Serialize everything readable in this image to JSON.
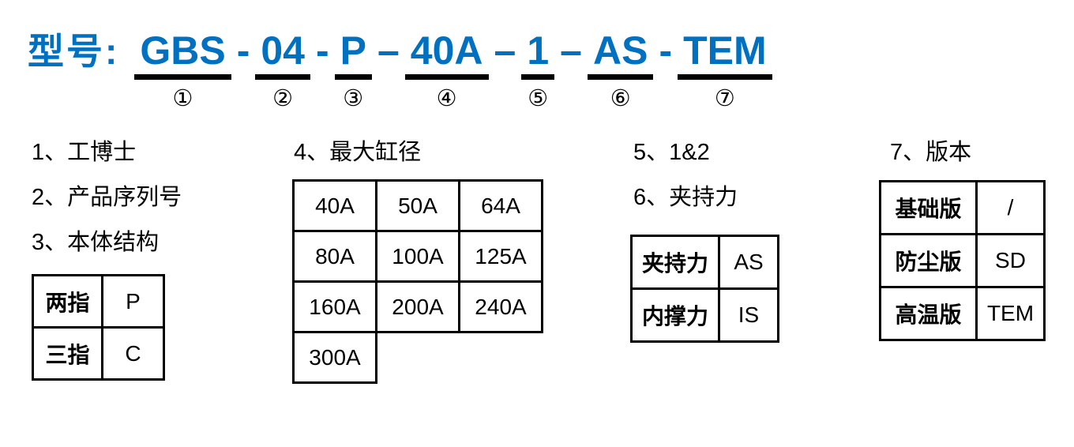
{
  "page": {
    "background_color": "#ffffff",
    "accent_color": "#0070C0"
  },
  "model_line": {
    "label": "型号:",
    "separators": [
      "-",
      "-",
      "–",
      "–",
      "–",
      "-"
    ],
    "parts": [
      {
        "text": "GBS",
        "marker": "①"
      },
      {
        "text": "04",
        "marker": "②"
      },
      {
        "text": "P",
        "marker": "③"
      },
      {
        "text": "40A",
        "marker": "④"
      },
      {
        "text": "1",
        "marker": "⑤"
      },
      {
        "text": "AS",
        "marker": "⑥"
      },
      {
        "text": "TEM",
        "marker": "⑦"
      }
    ]
  },
  "legend_items": [
    "1、工博士",
    "2、产品序列号",
    "3、本体结构"
  ],
  "structure_table": {
    "rows": [
      [
        "两指",
        "P"
      ],
      [
        "三指",
        "C"
      ]
    ]
  },
  "bore_section": {
    "heading": "4、最大缸径",
    "rows": [
      [
        "40A",
        "50A",
        "64A"
      ],
      [
        "80A",
        "100A",
        "125A"
      ],
      [
        "160A",
        "200A",
        "240A"
      ]
    ],
    "last_row": [
      "300A"
    ]
  },
  "right_headings": {
    "item5": "5、1&2",
    "item6": "6、夹持力"
  },
  "force_table": {
    "rows": [
      [
        "夹持力",
        "AS"
      ],
      [
        "内撑力",
        "IS"
      ]
    ]
  },
  "version_section": {
    "heading": "7、版本",
    "rows": [
      [
        "基础版",
        "/"
      ],
      [
        "防尘版",
        "SD"
      ],
      [
        "高温版",
        "TEM"
      ]
    ]
  }
}
